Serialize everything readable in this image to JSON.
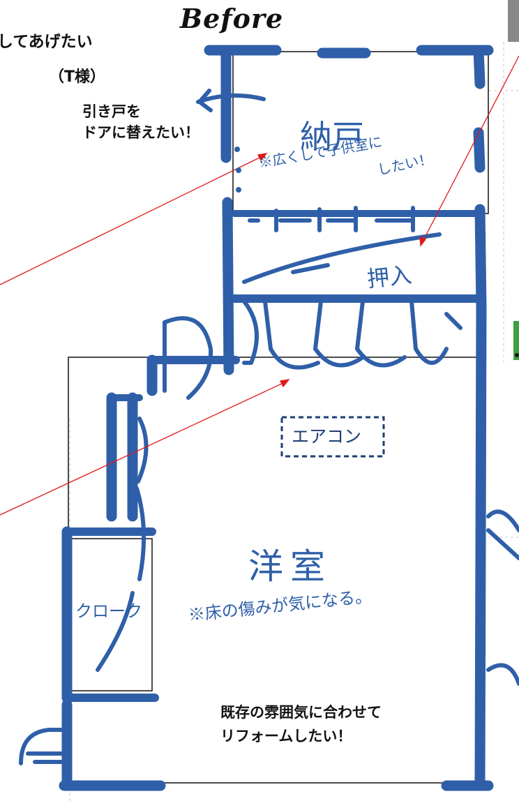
{
  "title": "Before",
  "heading_cut": "してあげたい",
  "customer": "（T様）",
  "note_door": [
    "引き戸を",
    "ドアに替えたい！"
  ],
  "note_reform": [
    "既存の雰囲気に合わせて",
    "リフォームしたい！"
  ],
  "handwritten": {
    "storage": "納戸",
    "storage_note_1": "※広くして子供室に",
    "storage_note_2": "したい！",
    "closet": "押入",
    "aircon": "エアコン",
    "western_room": "洋室",
    "floor_note": "※床の傷みが気になる。",
    "walk_in": "クローク"
  },
  "colors": {
    "ink": "#2f5fa8",
    "ink_dark": "#1d3d74",
    "frame": "#1f1f1f",
    "annotation_line": "#e01818",
    "text": "#111111"
  }
}
